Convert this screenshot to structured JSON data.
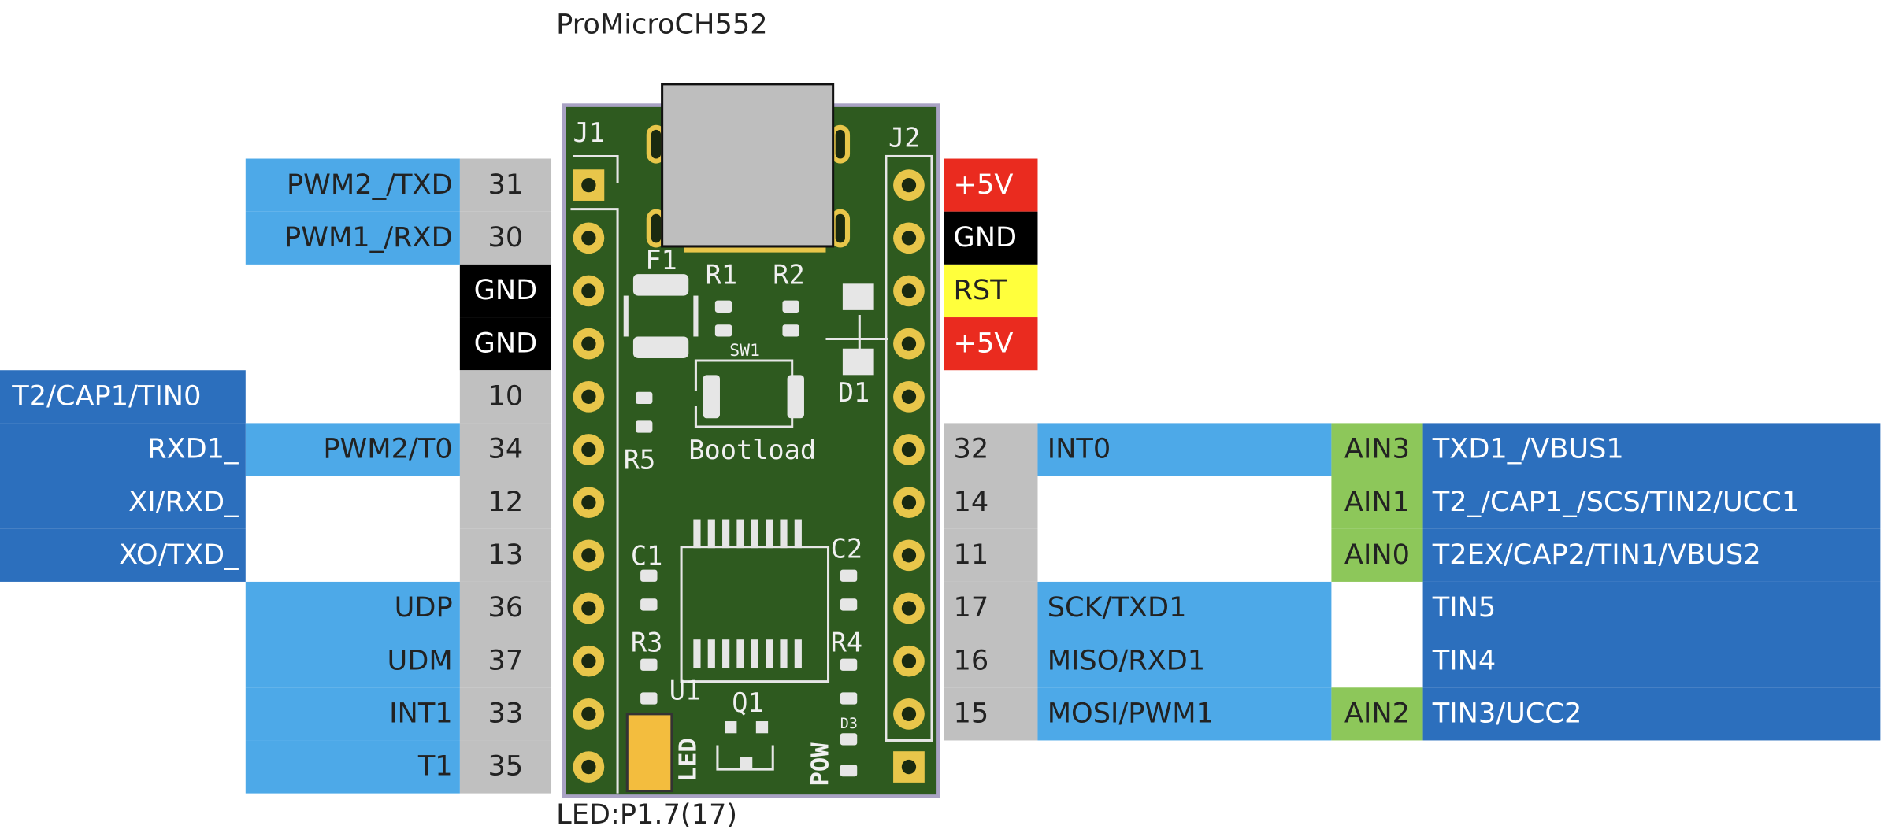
{
  "title": "ProMicroCH552",
  "footer": "LED:P1.7(17)",
  "colors": {
    "pin_number_bg": "#c0c0c0",
    "light_blue": "#4da9e8",
    "dark_blue": "#2c6fbd",
    "green": "#8dc75a",
    "black": "#000000",
    "red": "#ea2b1f",
    "yellow": "#ffff3c",
    "pcb_green": "#2e5a1f"
  },
  "left_header": {
    "rows": [
      {
        "pin": "31",
        "fn1": "PWM2_/TXD"
      },
      {
        "pin": "30",
        "fn1": "PWM1_/RXD"
      },
      {
        "pin": "GND"
      },
      {
        "pin": "GND"
      },
      {
        "pin": "10",
        "fn2": "T2/CAP1/TIN0"
      },
      {
        "pin": "34",
        "fn1": "PWM2/T0",
        "fn2": "RXD1_"
      },
      {
        "pin": "12",
        "fn2": "XI/RXD_"
      },
      {
        "pin": "13",
        "fn2": "XO/TXD_"
      },
      {
        "pin": "36",
        "fn1": "UDP"
      },
      {
        "pin": "37",
        "fn1": "UDM"
      },
      {
        "pin": "33",
        "fn1": "INT1"
      },
      {
        "pin": "35",
        "fn1": "T1"
      }
    ]
  },
  "right_header": {
    "power": [
      "+5V",
      "GND",
      "RST",
      "+5V"
    ],
    "rows": [
      {
        "pin": "32",
        "fn1": "INT0",
        "adc": "AIN3",
        "fn2": "TXD1_/VBUS1"
      },
      {
        "pin": "14",
        "fn1": "",
        "adc": "AIN1",
        "fn2": "T2_/CAP1_/SCS/TIN2/UCC1"
      },
      {
        "pin": "11",
        "fn1": "",
        "adc": "AIN0",
        "fn2": "T2EX/CAP2/TIN1/VBUS2"
      },
      {
        "pin": "17",
        "fn1": "SCK/TXD1",
        "adc": "",
        "fn2": "TIN5"
      },
      {
        "pin": "16",
        "fn1": "MISO/RXD1",
        "adc": "",
        "fn2": "TIN4"
      },
      {
        "pin": "15",
        "fn1": "MOSI/PWM1",
        "adc": "AIN2",
        "fn2": "TIN3/UCC2"
      }
    ]
  },
  "board": {
    "silkscreen": [
      "J1",
      "J2",
      "F1",
      "R1",
      "R2",
      "SW1",
      "D1",
      "R5",
      "Bootload",
      "C1",
      "C2",
      "R3",
      "R4",
      "U1",
      "Q1",
      "D3",
      "LED",
      "POW"
    ]
  }
}
